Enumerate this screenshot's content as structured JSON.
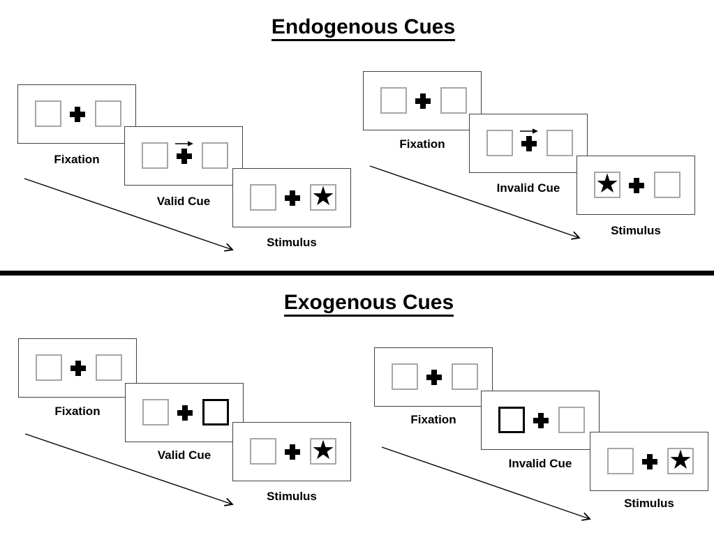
{
  "colors": {
    "background": "#ffffff",
    "ink": "#000000",
    "panel_border": "#404040",
    "placeholder_box_border": "#a6a6a6",
    "divider": "#000000"
  },
  "glyphs": {
    "star": "★"
  },
  "icons": {
    "fixation_cross": "heavy-plus-cross",
    "target": "filled-black-star",
    "endogenous_cue": "small-right-arrow-above-fixation",
    "exogenous_cue": "thick-black-outlined-box",
    "timeline": "diagonal-open-arrow"
  },
  "sections": {
    "endogenous": {
      "title": "Endogenous Cues",
      "trials": {
        "valid": {
          "fixation_label": "Fixation",
          "cue_label": "Valid Cue",
          "stimulus_label": "Stimulus",
          "cue_type": "central-arrow-pointing-right",
          "stimulus_star_side": "right"
        },
        "invalid": {
          "fixation_label": "Fixation",
          "cue_label": "Invalid Cue",
          "stimulus_label": "Stimulus",
          "cue_type": "central-arrow-pointing-right",
          "stimulus_star_side": "left"
        }
      }
    },
    "exogenous": {
      "title": "Exogenous Cues",
      "trials": {
        "valid": {
          "fixation_label": "Fixation",
          "cue_label": "Valid Cue",
          "stimulus_label": "Stimulus",
          "cue_type": "peripheral-box-highlight-right",
          "stimulus_star_side": "right"
        },
        "invalid": {
          "fixation_label": "Fixation",
          "cue_label": "Invalid Cue",
          "stimulus_label": "Stimulus",
          "cue_type": "peripheral-box-highlight-left",
          "stimulus_star_side": "right"
        }
      }
    }
  }
}
